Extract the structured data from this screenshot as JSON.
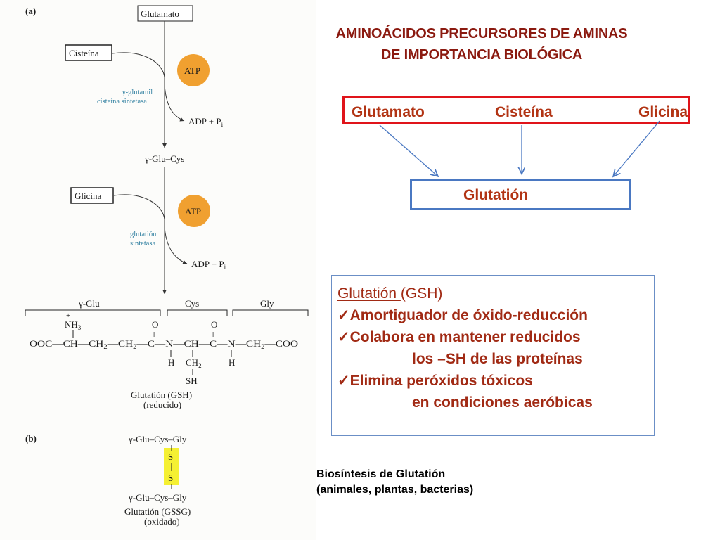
{
  "left_figure": {
    "panel_a": "(a)",
    "panel_b": "(b)",
    "glutamato": "Glutamato",
    "cisteina": "Cisteína",
    "atp1": "ATP",
    "enzyme1_line1": "γ-glutamil",
    "enzyme1_line2": "cisteína sintetasa",
    "adp1": "ADP + P",
    "adp1_sub": "i",
    "glu_cys": "γ-Glu–Cys",
    "glicina": "Glicina",
    "atp2": "ATP",
    "enzyme2_line1": "glutatión",
    "enzyme2_line2": "sintetasa",
    "adp2": "ADP + P",
    "adp2_sub": "i",
    "seg_glu": "γ-Glu",
    "seg_cys": "Cys",
    "seg_gly": "Gly",
    "plus": "+",
    "nh3": "NH",
    "nh3_sub": "3",
    "o1": "O",
    "o2": "O",
    "dbl1": "‖",
    "dbl2": "‖",
    "chain_part1": "OOC—CH—CH",
    "chain_sub1": "2",
    "chain_part2": "—CH",
    "chain_sub2": "2",
    "chain_part3": "—C—N—CH—C—N—CH",
    "chain_sub3": "2",
    "chain_part4": "—COO",
    "minus": "−",
    "h1": "H",
    "h2": "H",
    "ch2_side": "CH",
    "ch2_side_sub": "2",
    "sh": "SH",
    "gsh_name": "Glutatión (GSH)",
    "gsh_state": "(reducido)",
    "gssg_top": "γ-Glu–Cys–Gly",
    "s1": "S",
    "s2": "S",
    "gssg_bottom": "γ-Glu–Cys–Gly",
    "gssg_name": "Glutatión (GSSG)",
    "gssg_state": "(oxidado)"
  },
  "title": {
    "line1": "AMINOÁCIDOS PRECURSORES DE AMINAS",
    "line2": "DE IMPORTANCIA BIOLÓGICA"
  },
  "precursors": {
    "glutamato": "Glutamato",
    "cisteina": "Cisteína",
    "glicina": "Glicina"
  },
  "product": "Glutatión",
  "info": {
    "heading_main": "Glutatión ",
    "heading_suffix": "(GSH)",
    "item1": "Amortiguador de óxido-reducción",
    "item2": "Colabora en mantener reducidos",
    "item2_cont": "los –SH de las proteínas",
    "item3": "Elimina peróxidos tóxicos",
    "item3_cont": "en condiciones aeróbicas",
    "check_symbol": "✓"
  },
  "caption": {
    "line1": "Biosíntesis de Glutatión",
    "line2": "(animales, plantas, bacterias)"
  },
  "colors": {
    "title": "#8b1a10",
    "precursor_border": "#e0141a",
    "product_border": "#4a78c2",
    "text_red": "#b23414",
    "atp_fill": "#f0a030",
    "enzyme_text": "#2f7fa0",
    "disulfide_highlight": "#f5f032"
  }
}
